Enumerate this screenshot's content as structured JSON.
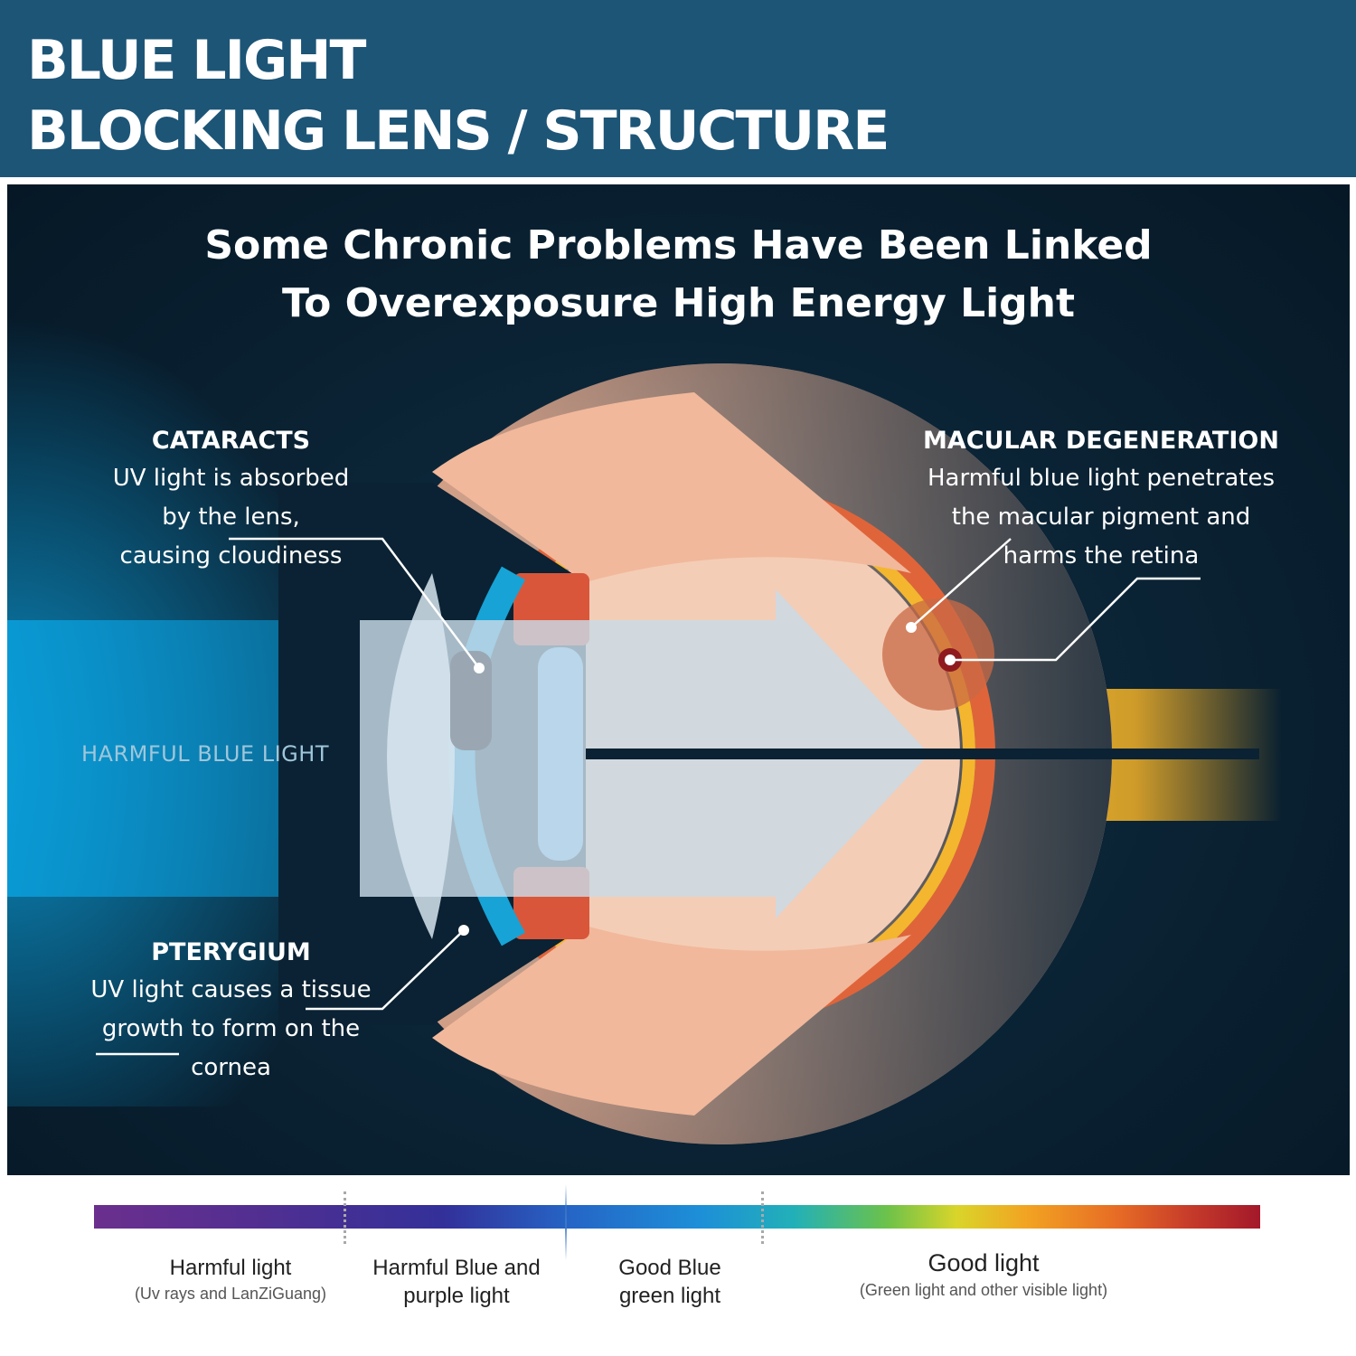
{
  "header": {
    "title_line1": "BLUE LIGHT",
    "title_line2": "BLOCKING LENS / STRUCTURE",
    "background": "#1d5577"
  },
  "panel": {
    "headline_line1": "Some Chronic Problems Have Been Linked",
    "headline_line2": "To Overexposure High Energy Light",
    "incoming_light_label": "HARMFUL BLUE LIGHT"
  },
  "callouts": {
    "cataracts": {
      "title": "CATARACTS",
      "lines": [
        "UV light is absorbed",
        "by the lens,",
        "causing cloudiness"
      ]
    },
    "macular": {
      "title": "MACULAR DEGENERATION",
      "lines": [
        "Harmful blue light penetrates",
        "the macular pigment and",
        "harms the retina"
      ]
    },
    "pterygium": {
      "title": "PTERYGIUM",
      "lines": [
        "UV light causes a tissue",
        "growth to form on the",
        "cornea"
      ]
    }
  },
  "spectrum": {
    "segments": [
      {
        "main": "Harmful light",
        "sub": "(Uv rays and LanZiGuang)"
      },
      {
        "main_line1": "Harmful Blue and",
        "main_line2": "purple light"
      },
      {
        "main_line1": "Good Blue",
        "main_line2": "green light"
      },
      {
        "main": "Good light",
        "sub": "(Green light and other visible light)"
      }
    ]
  },
  "colors": {
    "eye_skin": "#f2b79a",
    "retina_orange": "#e0643a",
    "macula_yellow": "#f3b62e",
    "cornea_blue": "#17a3d6",
    "harmful_blue": "#1a9ad2"
  }
}
